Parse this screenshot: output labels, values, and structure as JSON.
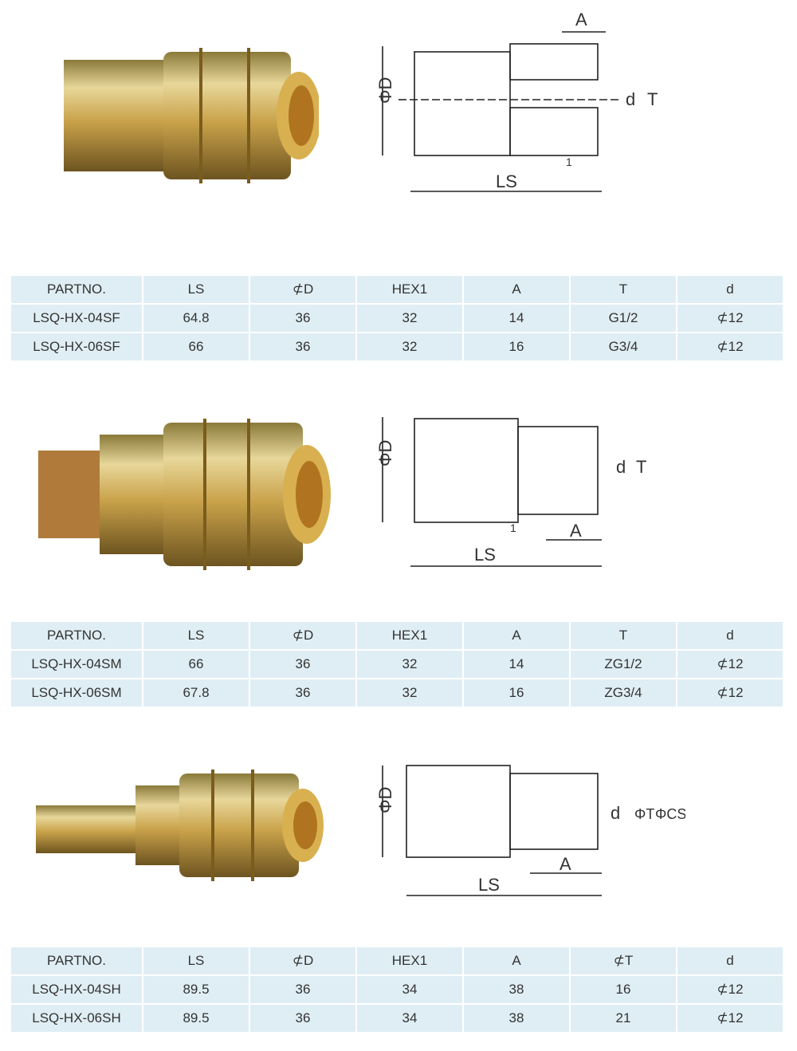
{
  "sections": [
    {
      "drawing": {
        "dim_labels": [
          "A",
          "ΦD",
          "d",
          "T",
          "LS",
          "1"
        ]
      },
      "table": {
        "headers": [
          "PARTNO.",
          "LS",
          "⊄D",
          "HEX1",
          "A",
          "T",
          "d"
        ],
        "rows": [
          [
            "LSQ-HX-04SF",
            "64.8",
            "36",
            "32",
            "14",
            "G1/2",
            "⊄12"
          ],
          [
            "LSQ-HX-06SF",
            "66",
            "36",
            "32",
            "16",
            "G3/4",
            "⊄12"
          ]
        ]
      }
    },
    {
      "drawing": {
        "dim_labels": [
          "ΦD",
          "d",
          "T",
          "1",
          "A",
          "LS"
        ]
      },
      "table": {
        "headers": [
          "PARTNO.",
          "LS",
          "⊄D",
          "HEX1",
          "A",
          "T",
          "d"
        ],
        "rows": [
          [
            "LSQ-HX-04SM",
            "66",
            "36",
            "32",
            "14",
            "ZG1/2",
            "⊄12"
          ],
          [
            "LSQ-HX-06SM",
            "67.8",
            "36",
            "32",
            "16",
            "ZG3/4",
            "⊄12"
          ]
        ]
      }
    },
    {
      "drawing": {
        "dim_labels": [
          "ΦD",
          "d",
          "ΦT",
          "ΦCS",
          "A",
          "LS"
        ]
      },
      "table": {
        "headers": [
          "PARTNO.",
          "LS",
          "⊄D",
          "HEX1",
          "A",
          "⊄T",
          "d"
        ],
        "rows": [
          [
            "LSQ-HX-04SH",
            "89.5",
            "36",
            "34",
            "38",
            "16",
            "⊄12"
          ],
          [
            "LSQ-HX-06SH",
            "89.5",
            "36",
            "34",
            "38",
            "21",
            "⊄12"
          ]
        ]
      }
    }
  ],
  "colors": {
    "table_bg": "#dfeef4",
    "brass": "#c9a24a",
    "brass_dark": "#8a6a22",
    "line": "#222222"
  }
}
